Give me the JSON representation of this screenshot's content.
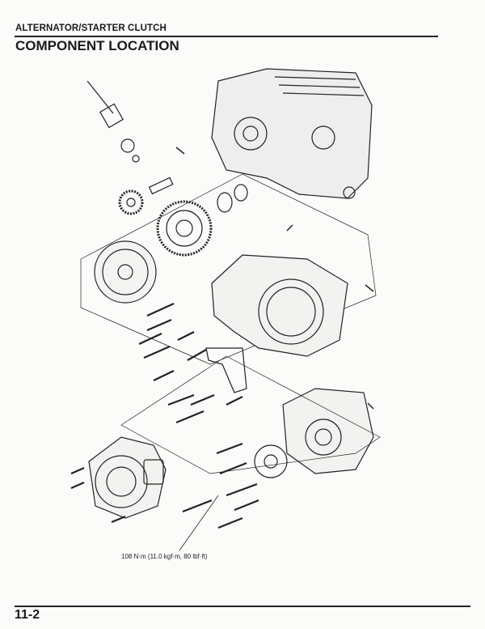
{
  "header": {
    "section": "ALTERNATOR/STARTER CLUTCH",
    "title": "COMPONENT LOCATION"
  },
  "diagram": {
    "torque_callout": "108 N·m (11.0 kgf·m, 80 lbf·ft)"
  },
  "footer": {
    "page_number": "11-2"
  }
}
